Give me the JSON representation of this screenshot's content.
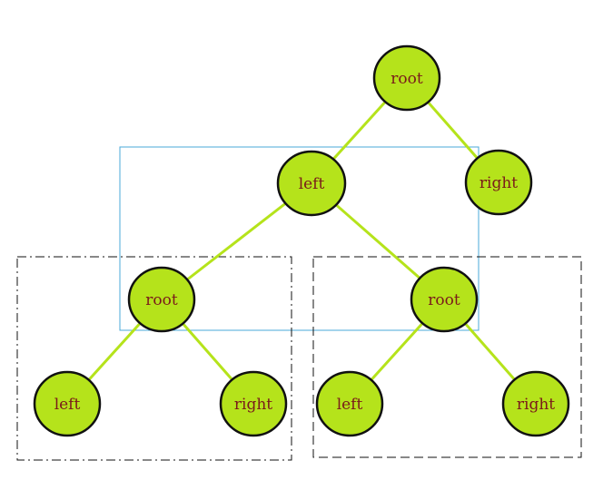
{
  "colors": {
    "node_fill": "#b5e31b",
    "node_stroke": "#111111",
    "edge": "#b5e31b",
    "label": "#7a1a1a",
    "highlight_box": "#4aa8d8",
    "dashed_box": "#111111"
  },
  "nodes": [
    {
      "id": "n1",
      "label": "root"
    },
    {
      "id": "n2",
      "label": "left"
    },
    {
      "id": "n3",
      "label": "right"
    },
    {
      "id": "n4",
      "label": "root"
    },
    {
      "id": "n5",
      "label": "root"
    },
    {
      "id": "n6",
      "label": "left"
    },
    {
      "id": "n7",
      "label": "right"
    },
    {
      "id": "n8",
      "label": "left"
    },
    {
      "id": "n9",
      "label": "right"
    }
  ],
  "edges": [
    {
      "from": "n1",
      "to": "n2"
    },
    {
      "from": "n1",
      "to": "n3"
    },
    {
      "from": "n2",
      "to": "n4"
    },
    {
      "from": "n2",
      "to": "n5"
    },
    {
      "from": "n4",
      "to": "n6"
    },
    {
      "from": "n4",
      "to": "n7"
    },
    {
      "from": "n5",
      "to": "n8"
    },
    {
      "from": "n5",
      "to": "n9"
    }
  ],
  "groups": [
    {
      "id": "highlight-subtree",
      "style": "solid"
    },
    {
      "id": "left-subtree",
      "style": "dash-dot"
    },
    {
      "id": "right-subtree",
      "style": "dashed"
    }
  ]
}
